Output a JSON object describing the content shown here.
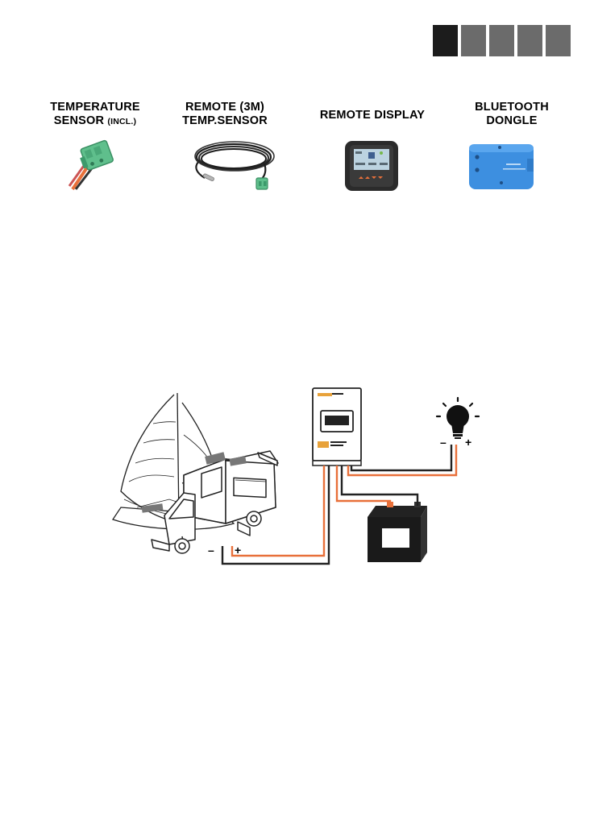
{
  "page_tabs": [
    {
      "active": true
    },
    {
      "active": false
    },
    {
      "active": false
    },
    {
      "active": false
    },
    {
      "active": false
    }
  ],
  "accessories": [
    {
      "line1": "TEMPERATURE",
      "line2": "SENSOR",
      "line2_suffix": "(INCL.)",
      "icon": "temperature-sensor-plug"
    },
    {
      "line1": "REMOTE (3M)",
      "line2": "TEMP.SENSOR",
      "icon": "cable-coil"
    },
    {
      "line1": "REMOTE DISPLAY",
      "icon": "display-unit"
    },
    {
      "line1": "BLUETOOTH",
      "line2": "DONGLE",
      "icon": "bluetooth-dongle"
    }
  ],
  "diagram": {
    "load_minus": "–",
    "load_plus": "+",
    "vehicle_minus": "–",
    "vehicle_plus": "+",
    "wire_colors": {
      "positive": "#e8703a",
      "negative": "#222222"
    }
  }
}
